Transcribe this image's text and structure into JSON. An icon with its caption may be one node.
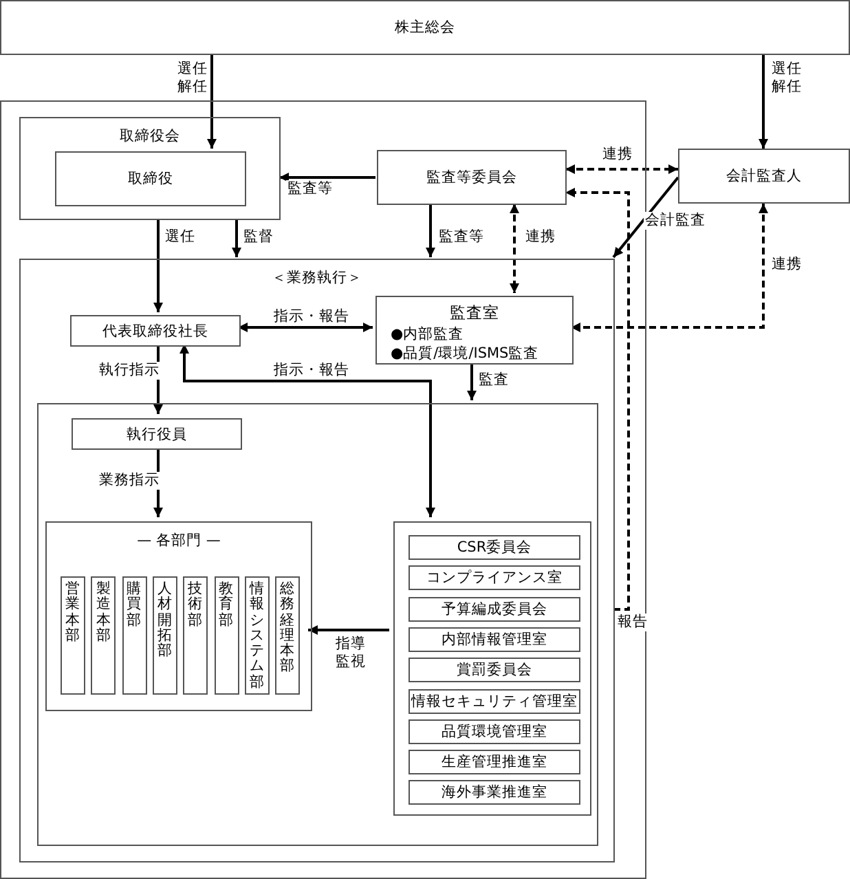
{
  "diagram": {
    "nodes": [
      {
        "text": [
          "株主総会"
        ]
      },
      {
        "text": [],
        "shape": "box"
      },
      {
        "text": [
          "取締役会"
        ],
        "in": 1
      },
      {
        "text": [
          "取締役"
        ],
        "in": 2
      },
      {
        "text": [
          "監査等委員会"
        ],
        "in": 1
      },
      {
        "text": [
          "会計監査人"
        ]
      },
      {
        "text": [
          "＜業務執行＞"
        ],
        "in": 1
      },
      {
        "text": [
          "代表取締役社長"
        ],
        "in": 6
      },
      {
        "text": [
          "監査室",
          "●内部監査",
          "●品質/環境/ISMS監査"
        ],
        "in": 6
      },
      {
        "text": [],
        "shape": "box",
        "in": 6
      },
      {
        "text": [
          "執行役員"
        ],
        "in": 9
      },
      {
        "text": [
          "— 各部門 —"
        ],
        "in": 9
      },
      {
        "text": [
          "営業本部"
        ],
        "in": 11
      },
      {
        "text": [
          "製造本部"
        ],
        "in": 11
      },
      {
        "text": [
          "購買部"
        ],
        "in": 11
      },
      {
        "text": [
          "人材開拓部"
        ],
        "in": 11
      },
      {
        "text": [
          "技術部"
        ],
        "in": 11
      },
      {
        "text": [
          "教育部"
        ],
        "in": 11
      },
      {
        "text": [
          "情報システム部"
        ],
        "in": 11
      },
      {
        "text": [
          "総務経理本部"
        ],
        "in": 11
      },
      {
        "text": [],
        "shape": "box",
        "in": 9
      },
      {
        "text": [
          "CSR委員会"
        ],
        "in": 20
      },
      {
        "text": [
          "コンプライアンス室"
        ],
        "in": 20
      },
      {
        "text": [
          "予算編成委員会"
        ],
        "in": 20
      },
      {
        "text": [
          "内部情報管理室"
        ],
        "in": 20
      },
      {
        "text": [
          "賞罰委員会"
        ],
        "in": 20
      },
      {
        "text": [
          "情報セキュリティ管理室"
        ],
        "in": 20
      },
      {
        "text": [
          "品質環境管理室"
        ],
        "in": 20
      },
      {
        "text": [
          "生産管理推進室"
        ],
        "in": 20
      },
      {
        "text": [
          "海外事業推進室"
        ],
        "in": 20
      }
    ],
    "edges": [
      {
        "from": 0,
        "to": 3,
        "arrow": "to",
        "label": "選任解任"
      },
      {
        "from": 0,
        "to": 5,
        "arrow": "to",
        "label": "選任解任"
      },
      {
        "from": 4,
        "to": 2,
        "arrow": "to",
        "label": "監査等"
      },
      {
        "from": 4,
        "to": 5,
        "arrow": "both",
        "label": "連携",
        "style": "dashed"
      },
      {
        "from": 5,
        "to": 6,
        "arrow": "to",
        "label": "会計監査"
      },
      {
        "from": 2,
        "to": 7,
        "arrow": "to",
        "label": "選任"
      },
      {
        "from": 2,
        "to": 6,
        "arrow": "to",
        "label": "監督"
      },
      {
        "from": 4,
        "to": 6,
        "arrow": "to",
        "label": "監査等"
      },
      {
        "from": 4,
        "to": 8,
        "arrow": "both",
        "label": "連携",
        "style": "dashed"
      },
      {
        "from": 5,
        "to": 8,
        "arrow": "both",
        "label": "連携",
        "style": "dashed"
      },
      {
        "from": 7,
        "to": 8,
        "arrow": "both",
        "label": "指示・報告"
      },
      {
        "from": 7,
        "to": 10,
        "arrow": "to",
        "label": "執行指示"
      },
      {
        "from": 10,
        "to": 11,
        "arrow": "to",
        "label": "業務指示"
      },
      {
        "from": 8,
        "to": 9,
        "arrow": "to",
        "label": "監査"
      },
      {
        "from": 20,
        "to": 7,
        "arrow": "both",
        "label": "指示・報告"
      },
      {
        "from": 20,
        "to": 11,
        "arrow": "to",
        "label": "指導監視"
      },
      {
        "from": 6,
        "to": 4,
        "arrow": "to",
        "label": "報告",
        "style": "dashed"
      }
    ]
  }
}
